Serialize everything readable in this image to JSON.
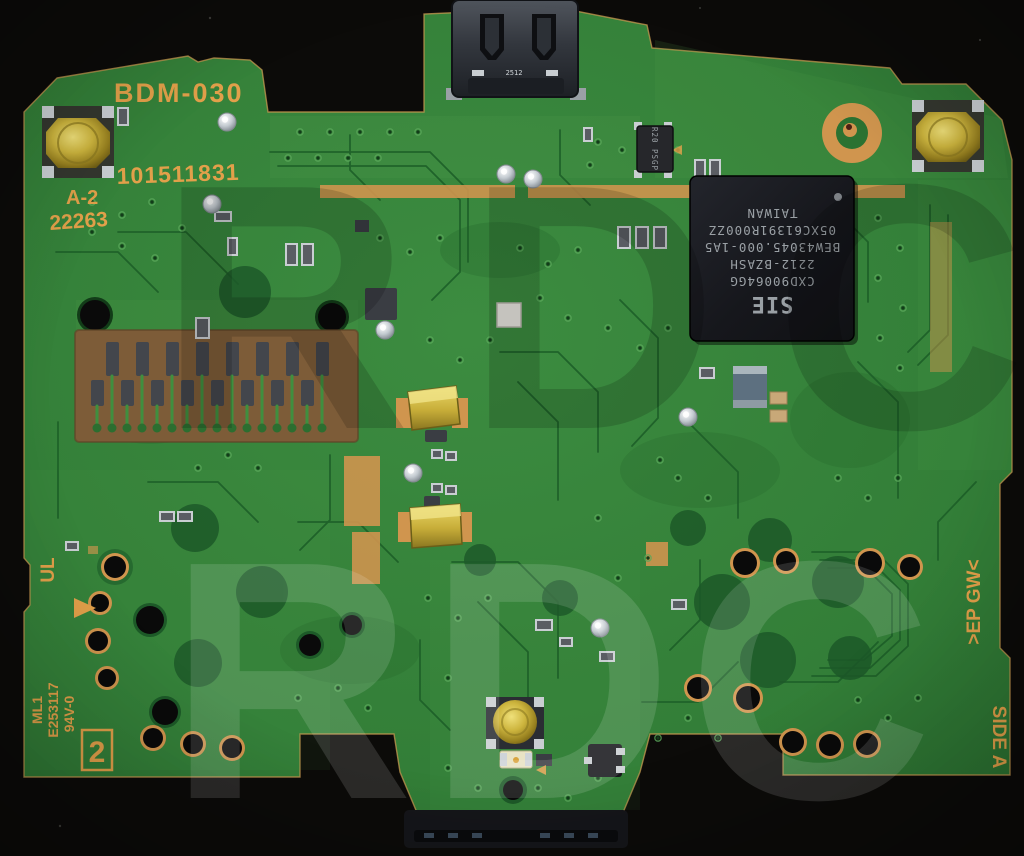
{
  "meta": {
    "description": "Scanner photograph of a green game-controller mainboard (solder side A) on a black background"
  },
  "colors": {
    "background": "#0c0b09",
    "board": "#338138",
    "board_light": "#56a351",
    "board_dark": "#1d5e27",
    "trace": "#1d5f28",
    "silkscreen": "#e2a04a",
    "copper": "#d0954e",
    "flex_brown": "#7d5c38",
    "flex_pad": "#43464c",
    "chip_body": "#191b20",
    "chip_text": "#9aa0a5",
    "gold": "#cdb53e",
    "silver": "#c9ced2",
    "hole_black": "#0a0a0a"
  },
  "watermark": {
    "top": "RDC",
    "bottom": "RDC"
  },
  "silkscreen": {
    "model": "BDM-030",
    "serial": "101511831",
    "revision": "A-2",
    "date_code": "22263",
    "ul_mark": "UL",
    "ml": "ML1",
    "ul_file": "E253117",
    "flammability": "94V-0",
    "panel_number": "2",
    "ep_gw": ">EP GW<",
    "side": "SIDE A"
  },
  "main_chip": {
    "brand": "SIE",
    "part_number": "CXD90064GG",
    "line_2": "2212-BZASH",
    "line_3": "BEW43045.000-1A5",
    "line_4": "05XC61391R000ZZ",
    "line_5": "TAIWAN"
  },
  "markings": {
    "power_inductor": "R20 PSGP",
    "usb_shield": "2512"
  }
}
